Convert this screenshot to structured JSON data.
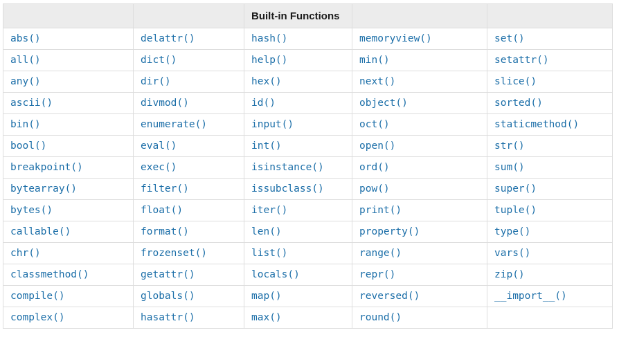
{
  "table": {
    "title": "Built-in Functions",
    "header_cells": [
      "",
      "",
      "Built-in Functions",
      "",
      ""
    ],
    "columns": 5,
    "rows": [
      [
        "abs()",
        "delattr()",
        "hash()",
        "memoryview()",
        "set()"
      ],
      [
        "all()",
        "dict()",
        "help()",
        "min()",
        "setattr()"
      ],
      [
        "any()",
        "dir()",
        "hex()",
        "next()",
        "slice()"
      ],
      [
        "ascii()",
        "divmod()",
        "id()",
        "object()",
        "sorted()"
      ],
      [
        "bin()",
        "enumerate()",
        "input()",
        "oct()",
        "staticmethod()"
      ],
      [
        "bool()",
        "eval()",
        "int()",
        "open()",
        "str()"
      ],
      [
        "breakpoint()",
        "exec()",
        "isinstance()",
        "ord()",
        "sum()"
      ],
      [
        "bytearray()",
        "filter()",
        "issubclass()",
        "pow()",
        "super()"
      ],
      [
        "bytes()",
        "float()",
        "iter()",
        "print()",
        "tuple()"
      ],
      [
        "callable()",
        "format()",
        "len()",
        "property()",
        "type()"
      ],
      [
        "chr()",
        "frozenset()",
        "list()",
        "range()",
        "vars()"
      ],
      [
        "classmethod()",
        "getattr()",
        "locals()",
        "repr()",
        "zip()"
      ],
      [
        "compile()",
        "globals()",
        "map()",
        "reversed()",
        "__import__()"
      ],
      [
        "complex()",
        "hasattr()",
        "max()",
        "round()",
        ""
      ]
    ]
  },
  "colors": {
    "link": "#1b6ea8",
    "header_bg": "#ececec",
    "header_text": "#1a1a1a",
    "border": "#dddddd",
    "page_bg": "#ffffff"
  }
}
